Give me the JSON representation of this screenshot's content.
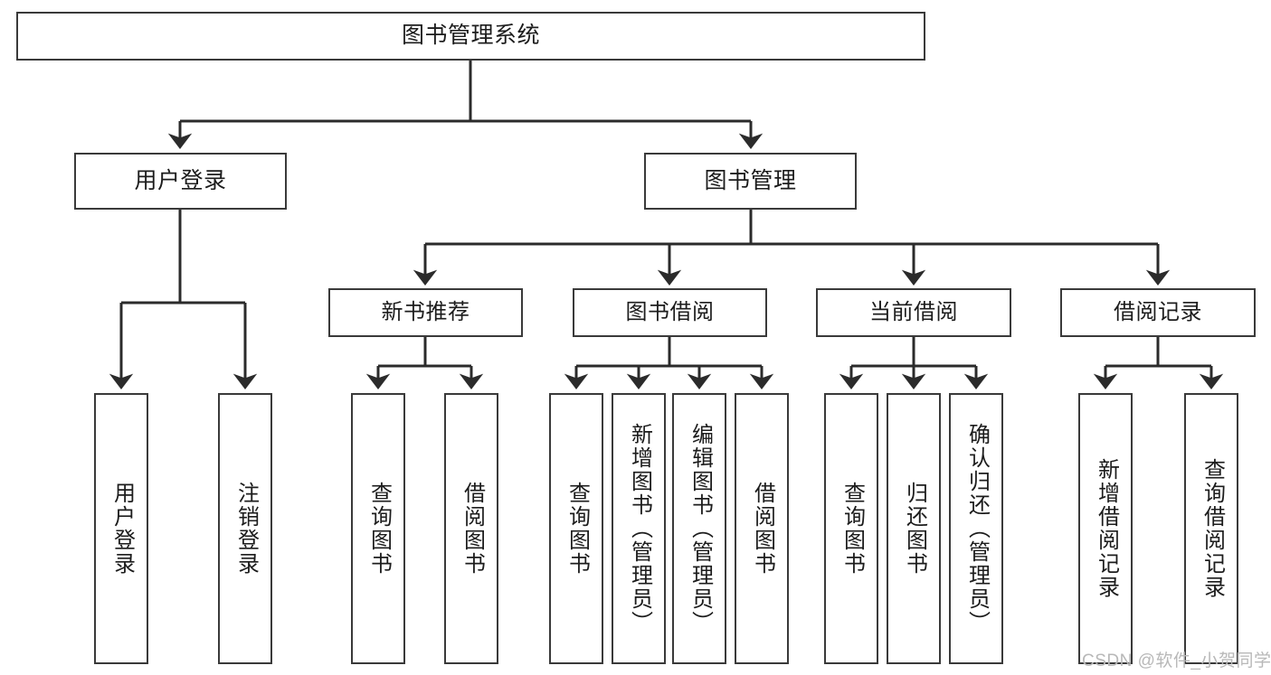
{
  "diagram": {
    "title": "图书管理系统",
    "type": "hierarchy-tree",
    "style": {
      "box_border": "#3a3a3a",
      "box_fill": "#ffffff",
      "line": "#2b2b2b",
      "background": "#ffffff",
      "text": "#1c1c1c",
      "watermark": "#b8b8b8"
    },
    "root": {
      "label": "图书管理系统"
    },
    "level2": [
      {
        "id": "user-login",
        "label": "用户登录"
      },
      {
        "id": "book-manage",
        "label": "图书管理"
      }
    ],
    "level3": [
      {
        "id": "new-book-rec",
        "label": "新书推荐",
        "parent": "book-manage"
      },
      {
        "id": "book-borrow",
        "label": "图书借阅",
        "parent": "book-manage"
      },
      {
        "id": "current-borrow",
        "label": "当前借阅",
        "parent": "book-manage"
      },
      {
        "id": "borrow-record",
        "label": "借阅记录",
        "parent": "book-manage"
      }
    ],
    "leaves": [
      {
        "id": "leaf-user-login",
        "label": "用户登录",
        "parent": "user-login"
      },
      {
        "id": "leaf-logout",
        "label": "注销登录",
        "parent": "user-login"
      },
      {
        "id": "leaf-query-book-1",
        "label": "查询图书",
        "parent": "new-book-rec"
      },
      {
        "id": "leaf-borrow-book-1",
        "label": "借阅图书",
        "parent": "new-book-rec"
      },
      {
        "id": "leaf-query-book-2",
        "label": "查询图书",
        "parent": "book-borrow"
      },
      {
        "id": "leaf-add-book",
        "label": "新增图书（管理员）",
        "parent": "book-borrow"
      },
      {
        "id": "leaf-edit-book",
        "label": "编辑图书（管理员）",
        "parent": "book-borrow"
      },
      {
        "id": "leaf-borrow-book-2",
        "label": "借阅图书",
        "parent": "book-borrow"
      },
      {
        "id": "leaf-query-book-3",
        "label": "查询图书",
        "parent": "current-borrow"
      },
      {
        "id": "leaf-return-book",
        "label": "归还图书",
        "parent": "current-borrow"
      },
      {
        "id": "leaf-confirm-return",
        "label": "确认归还（管理员）",
        "parent": "current-borrow"
      },
      {
        "id": "leaf-add-record",
        "label": "新增借阅记录",
        "parent": "borrow-record"
      },
      {
        "id": "leaf-query-record",
        "label": "查询借阅记录",
        "parent": "borrow-record"
      }
    ],
    "watermark": "CSDN @软件_小贺同学"
  }
}
